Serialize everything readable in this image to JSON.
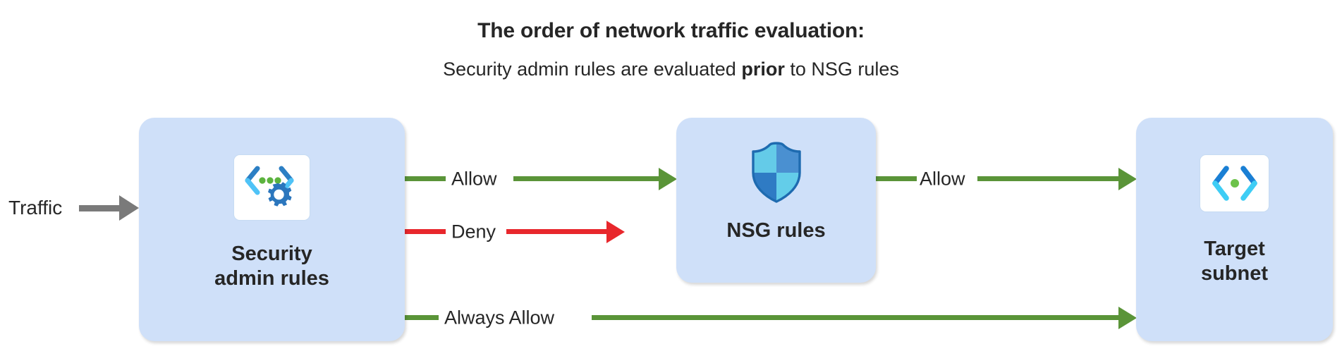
{
  "heading": {
    "title": "The order of network traffic evaluation:",
    "subtitle_before": "Security admin rules are evaluated ",
    "subtitle_emphasis": "prior",
    "subtitle_after": " to NSG rules"
  },
  "nodes": [
    {
      "id": "security-admin-rules",
      "label": "Security\nadmin rules",
      "icon": "security-admin-rules-icon",
      "fill": "#cfe0f9"
    },
    {
      "id": "nsg-rules",
      "label": "NSG rules",
      "icon": "shield-icon",
      "fill": "#cfe0f9"
    },
    {
      "id": "target-subnet",
      "label": "Target\nsubnet",
      "icon": "subnet-code-icon",
      "fill": "#cfe0f9"
    }
  ],
  "edges": [
    {
      "id": "traffic-in",
      "label": "Traffic",
      "color": "#7a7a7a",
      "from": "external",
      "to": "security-admin-rules"
    },
    {
      "id": "allow-to-nsg",
      "label": "Allow",
      "color": "#5a9438",
      "from": "security-admin-rules",
      "to": "nsg-rules"
    },
    {
      "id": "deny",
      "label": "Deny",
      "color": "#e8272c",
      "from": "security-admin-rules",
      "to": "dropped"
    },
    {
      "id": "allow-to-target",
      "label": "Allow",
      "color": "#5a9438",
      "from": "nsg-rules",
      "to": "target-subnet"
    },
    {
      "id": "always-allow",
      "label": "Always Allow",
      "color": "#5a9438",
      "from": "security-admin-rules",
      "to": "target-subnet"
    }
  ],
  "colors": {
    "box_fill": "#cfe0f9",
    "allow_green": "#5a9438",
    "deny_red": "#e8272c",
    "traffic_gray": "#7a7a7a",
    "text": "#262626",
    "background": "#ffffff"
  }
}
